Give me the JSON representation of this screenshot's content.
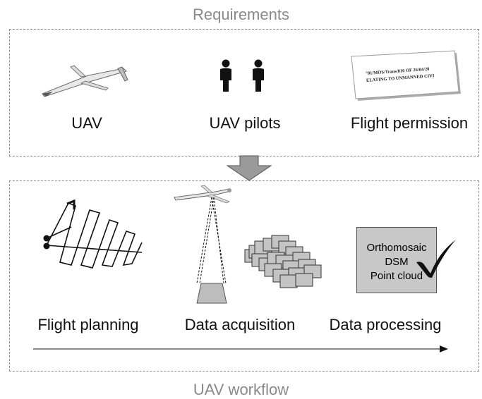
{
  "requirements": {
    "title": "Requirements",
    "items": [
      {
        "label": "UAV",
        "icon": "uav-glider-icon"
      },
      {
        "label": "UAV pilots",
        "icon": "pilots-icon"
      },
      {
        "label": "Flight permission",
        "icon": "permission-document-icon"
      }
    ],
    "document_lines": [
      "°01/MOS/Trans/016   OF   26/04/20",
      "ELATING TO UNMANNED CIVI"
    ]
  },
  "workflow": {
    "title": "UAV workflow",
    "steps": [
      {
        "label": "Flight planning",
        "icon": "flight-plan-icon"
      },
      {
        "label": "Data acquisition",
        "icon": "data-acquisition-icon"
      },
      {
        "label": "Data processing",
        "icon": "data-processing-icon"
      }
    ],
    "products": [
      "Orthomosaic",
      "DSM",
      "Point cloud"
    ]
  },
  "colors": {
    "box_border": "#8c8c8c",
    "title_gray": "#8a8a8a",
    "arrow_gray": "#9a9a9a",
    "panel_gray": "#c8c8c8"
  }
}
